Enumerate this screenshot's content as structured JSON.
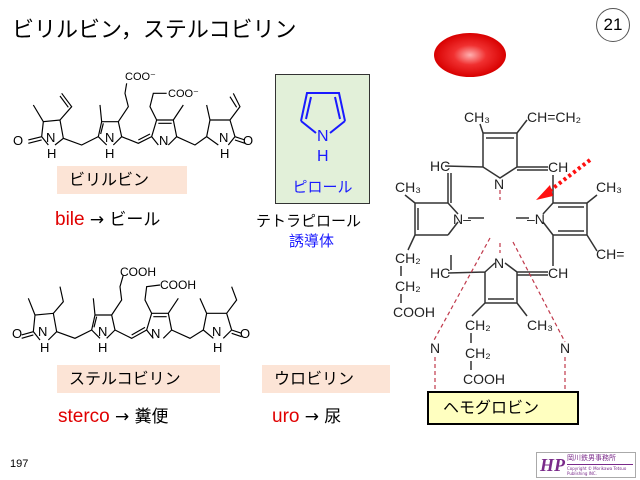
{
  "title": "ビリルビン，ステルコビリン",
  "page_badge": "21",
  "slide_number": "197",
  "bilirubin": {
    "name": "ビリルビン",
    "etymology_word": "bile",
    "arrow": "→",
    "etymology_meaning": "ビール",
    "atoms": [
      "O",
      "N",
      "H",
      "N",
      "H",
      "N",
      "N",
      "H",
      "O",
      "COO⁻",
      "COO⁻"
    ]
  },
  "pyrrole": {
    "name": "ピロール",
    "atoms": [
      "N",
      "H"
    ],
    "caption_line1": "テトラピロール",
    "caption_line2": "誘導体"
  },
  "stercobilin": {
    "name": "ステルコビリン",
    "etymology_word": "sterco",
    "arrow": "→",
    "etymology_meaning": "糞便",
    "atoms": [
      "O",
      "N",
      "H",
      "N",
      "H",
      "N",
      "N",
      "H",
      "O",
      "COOH",
      "COOH"
    ]
  },
  "urobilin": {
    "name": "ウロビリン",
    "etymology_word": "uro",
    "arrow": "→",
    "etymology_meaning": "尿"
  },
  "heme": {
    "labels": [
      "CH₃",
      "CH=CH₂",
      "HC",
      "CH",
      "N",
      "CH₃",
      "N–",
      "–N",
      "CH₃",
      "CH=",
      "CH₂",
      "HC",
      "N",
      "CH",
      "CH₂",
      "COOH",
      "CH₂",
      "CH₃",
      "CH₂",
      "COOH",
      "N",
      "N"
    ],
    "protein_label": "ヘモグロビン"
  },
  "logo": {
    "text": "HP",
    "publisher": "岡川鉄男事務所",
    "copyright": "Copyright © Morikawa Tetsuo Publishing INC."
  },
  "colors": {
    "accent_red": "#e00000",
    "pyrrole_blue": "#1a1aff",
    "box_peach": "#fce4d6",
    "box_green": "#e2f0d9",
    "box_yellow": "#ffffc0"
  }
}
